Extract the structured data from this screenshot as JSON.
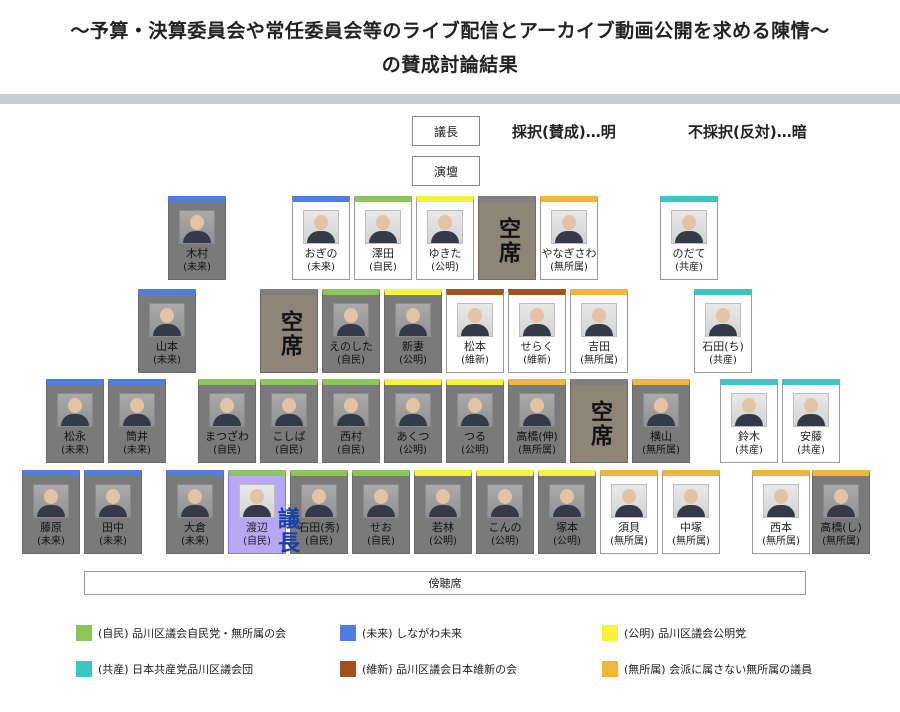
{
  "title": {
    "line1": "〜予算・決算委員会や常任委員会等のライブ配信とアーカイブ動画公開を求める陳情〜",
    "line2": "の賛成討論結果"
  },
  "labels": {
    "chair": "議長",
    "podium": "演壇",
    "adopt": "採択(賛成)…明",
    "reject": "不採択(反対)…暗",
    "gicho": "議長",
    "gallery": "傍聴席"
  },
  "colors": {
    "jimin": "#8cc65a",
    "mirai": "#4f7ee0",
    "komei": "#f7f240",
    "kyosan": "#38c7c1",
    "ishin": "#a0531c",
    "mushozoku": "#f4b53b",
    "vacant": "#808080"
  },
  "seats": [
    {
      "name": "木村",
      "party": "(未来)",
      "group": "mirai",
      "state": "dark"
    },
    {
      "name": "おぎの",
      "party": "(未来)",
      "group": "mirai",
      "state": "light"
    },
    {
      "name": "澤田",
      "party": "(自民)",
      "group": "jimin",
      "state": "light"
    },
    {
      "name": "ゆきた",
      "party": "(公明)",
      "group": "komei",
      "state": "light"
    },
    {
      "name": "やなぎさわ",
      "party": "(無所属)",
      "group": "mushozoku",
      "state": "light"
    },
    {
      "name": "のだて",
      "party": "(共産)",
      "group": "kyosan",
      "state": "light"
    },
    {
      "name": "山本",
      "party": "(未来)",
      "group": "mirai",
      "state": "dark"
    },
    {
      "name": "えのした",
      "party": "(自民)",
      "group": "jimin",
      "state": "dark"
    },
    {
      "name": "新妻",
      "party": "(公明)",
      "group": "komei",
      "state": "dark"
    },
    {
      "name": "松本",
      "party": "(維新)",
      "group": "ishin",
      "state": "light"
    },
    {
      "name": "せらく",
      "party": "(維新)",
      "group": "ishin",
      "state": "light"
    },
    {
      "name": "吉田",
      "party": "(無所属)",
      "group": "mushozoku",
      "state": "light"
    },
    {
      "name": "石田(ち)",
      "party": "(共産)",
      "group": "kyosan",
      "state": "light"
    },
    {
      "name": "松永",
      "party": "(未来)",
      "group": "mirai",
      "state": "dark"
    },
    {
      "name": "筒井",
      "party": "(未来)",
      "group": "mirai",
      "state": "dark"
    },
    {
      "name": "まつざわ",
      "party": "(自民)",
      "group": "jimin",
      "state": "dark"
    },
    {
      "name": "こしば",
      "party": "(自民)",
      "group": "jimin",
      "state": "dark"
    },
    {
      "name": "西村",
      "party": "(自民)",
      "group": "jimin",
      "state": "dark"
    },
    {
      "name": "あくつ",
      "party": "(公明)",
      "group": "komei",
      "state": "dark"
    },
    {
      "name": "つる",
      "party": "(公明)",
      "group": "komei",
      "state": "dark"
    },
    {
      "name": "高橋(伸)",
      "party": "(無所属)",
      "group": "mushozoku",
      "state": "dark"
    },
    {
      "name": "横山",
      "party": "(無所属)",
      "group": "mushozoku",
      "state": "dark"
    },
    {
      "name": "鈴木",
      "party": "(共産)",
      "group": "kyosan",
      "state": "light"
    },
    {
      "name": "安藤",
      "party": "(共産)",
      "group": "kyosan",
      "state": "light"
    },
    {
      "name": "藤原",
      "party": "(未来)",
      "group": "mirai",
      "state": "dark"
    },
    {
      "name": "田中",
      "party": "(未来)",
      "group": "mirai",
      "state": "dark"
    },
    {
      "name": "大倉",
      "party": "(未来)",
      "group": "mirai",
      "state": "dark"
    },
    {
      "name": "渡辺",
      "party": "(自民)",
      "group": "jimin",
      "state": "highlight"
    },
    {
      "name": "石田(秀)",
      "party": "(自民)",
      "group": "jimin",
      "state": "dark"
    },
    {
      "name": "せお",
      "party": "(自民)",
      "group": "jimin",
      "state": "dark"
    },
    {
      "name": "若林",
      "party": "(公明)",
      "group": "komei",
      "state": "dark"
    },
    {
      "name": "こんの",
      "party": "(公明)",
      "group": "komei",
      "state": "dark"
    },
    {
      "name": "塚本",
      "party": "(公明)",
      "group": "komei",
      "state": "dark"
    },
    {
      "name": "須貝",
      "party": "(無所属)",
      "group": "mushozoku",
      "state": "light"
    },
    {
      "name": "中塚",
      "party": "(無所属)",
      "group": "mushozoku",
      "state": "light"
    },
    {
      "name": "西本",
      "party": "(無所属)",
      "group": "mushozoku",
      "state": "light"
    },
    {
      "name": "高橋(し)",
      "party": "(無所属)",
      "group": "mushozoku",
      "state": "dark"
    }
  ],
  "vacant_label": "空席",
  "legend": [
    {
      "label": "(自民) 品川区議会自民党・無所属の会",
      "group": "jimin"
    },
    {
      "label": "(未来) しながわ未来",
      "group": "mirai"
    },
    {
      "label": "(公明) 品川区議会公明党",
      "group": "komei"
    },
    {
      "label": "(共産) 日本共産党品川区議会団",
      "group": "kyosan"
    },
    {
      "label": "(維新) 品川区議会日本維新の会",
      "group": "ishin"
    },
    {
      "label": "(無所属) 会派に属さない無所属の議員",
      "group": "mushozoku"
    }
  ]
}
